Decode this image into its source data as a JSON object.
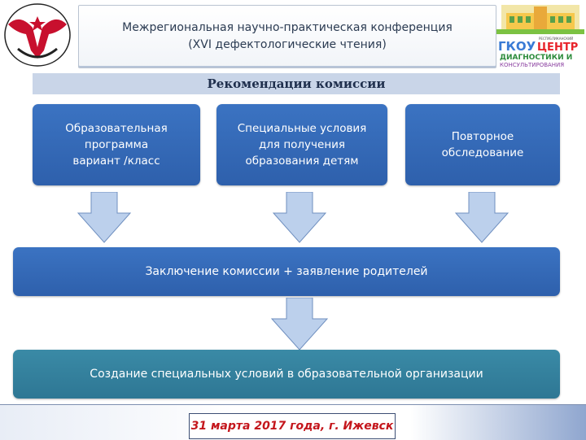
{
  "header": {
    "title_line1": "Межрегиональная научно-практическая конференция",
    "title_line2": "(XVI дефектологические чтения)"
  },
  "logo": {
    "letters": "ГКОУ",
    "line1": "ЦЕНТР",
    "line2": "ДИАГНОСТИКИ И",
    "line3": "КОНСУЛЬТИРОВАНИЯ",
    "small": "РЕСПУБЛИКАНСКИЙ"
  },
  "recommendations": "Рекомендации комиссии",
  "boxes": [
    {
      "line1": "Образовательная",
      "line2": "программа",
      "line3": "вариант /класс"
    },
    {
      "line1": "Специальные условия",
      "line2": "для получения",
      "line3": "образования детям"
    },
    {
      "line1": "Повторное",
      "line2": "обследование"
    }
  ],
  "conclusion": "Заключение комиссии + заявление родителей",
  "creation": "Создание специальных условий в образовательной организации",
  "footer_date": "31 марта 2017 года, г. Ижевск",
  "colors": {
    "box_blue": "#3b73c2",
    "box_teal": "#3a8aa6",
    "arrow_fill": "#bcd0ec",
    "date_red": "#c4161c"
  }
}
